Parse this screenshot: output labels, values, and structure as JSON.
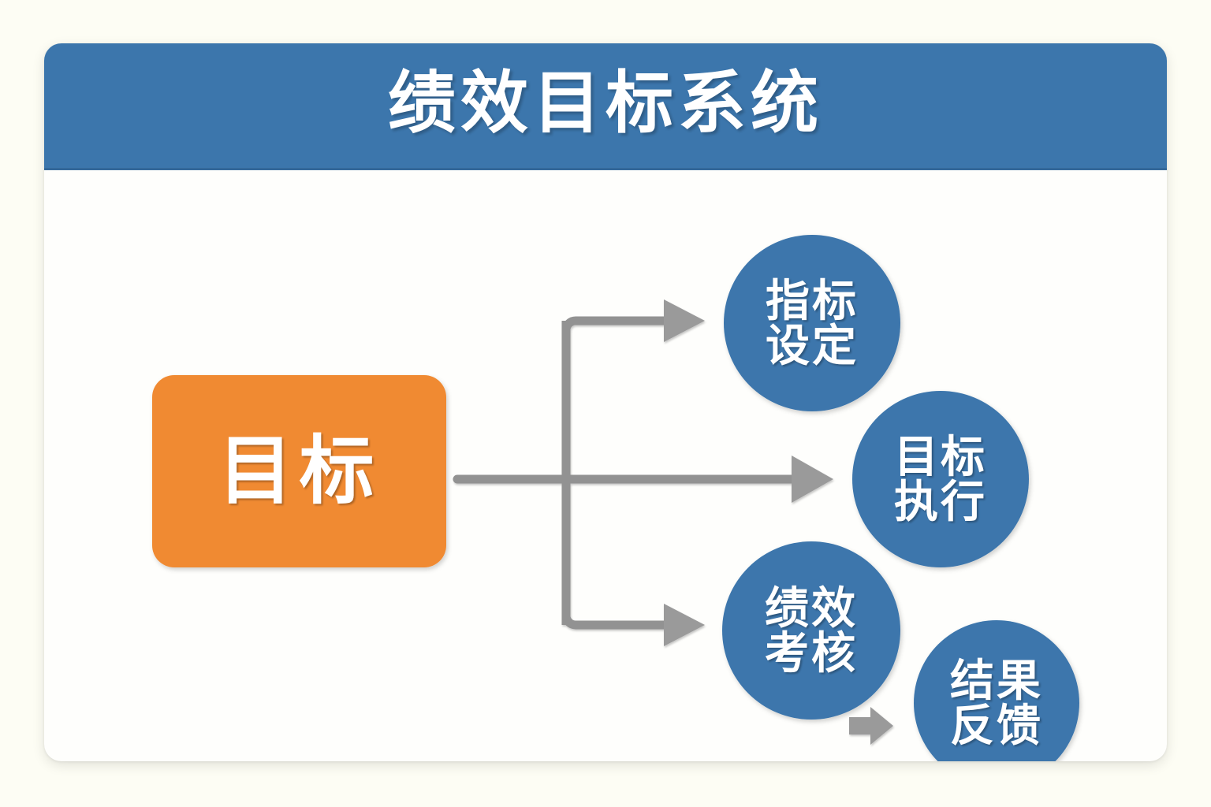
{
  "page": {
    "background_color": "#FDFDF4",
    "card_background": "#FEFEFC"
  },
  "header": {
    "title": "绩效目标系统",
    "background_color": "#3C76AC",
    "text_color": "#FFFFFF"
  },
  "diagram": {
    "type": "flow-diagram",
    "connector_color": "#929292",
    "root": {
      "label": "目标",
      "shape": "rounded-rectangle",
      "fill_color": "#F08A33",
      "text_color": "#FFFFFF"
    },
    "nodes": [
      {
        "id": "node-indicator-setting",
        "line1": "指标",
        "line2": "设定",
        "label": "指标设定",
        "shape": "circle",
        "fill_color": "#3C76AC",
        "text_color": "#FFFFFF"
      },
      {
        "id": "node-goal-execution",
        "line1": "目标",
        "line2": "执行",
        "label": "目标执行",
        "shape": "circle",
        "fill_color": "#3C76AC",
        "text_color": "#FFFFFF"
      },
      {
        "id": "node-performance-appraisal",
        "line1": "绩效",
        "line2": "考核",
        "label": "绩效考核",
        "shape": "circle",
        "fill_color": "#3C76AC",
        "text_color": "#FFFFFF"
      },
      {
        "id": "node-result-feedback",
        "line1": "结果",
        "line2": "反馈",
        "label": "结果反馈",
        "shape": "circle",
        "fill_color": "#3C76AC",
        "text_color": "#FFFFFF"
      }
    ],
    "connectors": [
      {
        "id": "connector-root-to-indicator-setting",
        "from": "目标",
        "to": "指标设定",
        "style": "elbow-arrow"
      },
      {
        "id": "connector-root-to-goal-execution",
        "from": "目标",
        "to": "目标执行",
        "style": "straight-arrow"
      },
      {
        "id": "connector-root-to-performance-appraisal",
        "from": "目标",
        "to": "绩效考核",
        "style": "elbow-arrow"
      },
      {
        "id": "connector-appraisal-to-feedback",
        "from": "绩效考核",
        "to": "结果反馈",
        "style": "block-arrow"
      }
    ]
  }
}
